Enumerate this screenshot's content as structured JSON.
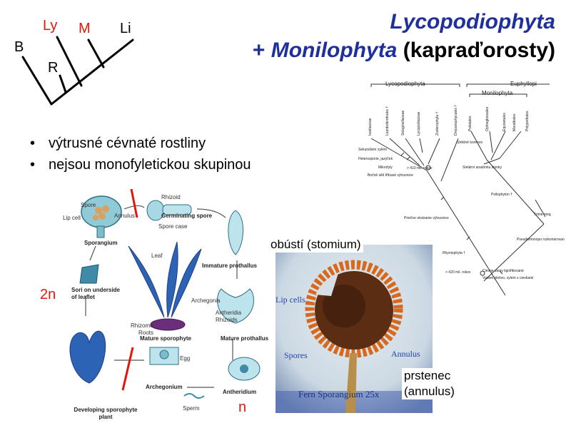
{
  "title": {
    "line1": "Lycopodiophyta",
    "line2_prefix": "+ ",
    "line2_italic": "Monilophyta",
    "line2_suffix": " (kapraďorosty)"
  },
  "cladogram": {
    "labels": {
      "b": "B",
      "ly": "Ly",
      "m": "M",
      "li": "Li",
      "r": "R"
    },
    "colors": {
      "black": "#000000",
      "red": "#e4160b"
    }
  },
  "bullets": [
    "výtrusné cévnaté rostliny",
    "nejsou monofyletickou skupinou"
  ],
  "life_cycle": {
    "labels": {
      "spore": "Spore",
      "lip_cell": "Lip cell",
      "annulus": "Annulus",
      "sporangium": "Sporangium",
      "rhizoid": "Rhizoid",
      "germinating_spore": "Germinating spore",
      "spore_case": "Spore case",
      "immature_prothallus": "Immature prothallus",
      "leaf": "Leaf",
      "sori": "Sori on underside of leaflet",
      "archegonia": "Archegonia",
      "antheridia": "Antheridia",
      "rhizoids": "Rhizoids",
      "mature_prothallus": "Mature prothallus",
      "rhizome": "Rhizome",
      "roots": "Roots",
      "mature_sporophyte": "Mature sporophyte",
      "egg": "Egg",
      "archegonium": "Archegonium",
      "antheridium": "Antheridium",
      "sperm": "Sperm",
      "developing_sporophyte": "Developing sporophyte plant"
    },
    "generations": {
      "diploid": "2n",
      "haploid": "n"
    }
  },
  "photo": {
    "callouts": {
      "stomium": "obústí (stomium)",
      "annulus_cz_1": "prstenec",
      "annulus_cz_2": "(annulus)"
    },
    "labels": {
      "lip_cells": "Lip cells",
      "spores": "Spores",
      "annulus": "Annulus",
      "caption": "Fern Sporangium 25x"
    }
  },
  "phylogeny": {
    "headers": {
      "lycopodiophyta": "Lycopodiophyta",
      "euphyllophyta": "Euphyllopi",
      "monilophyta": "Monilophyta"
    },
    "taxa": [
      "Isoëtaceae",
      "Lepidodendrales †",
      "Selaginellaceae",
      "Lycopodiaceae",
      "Zosterophyta †",
      "Drepanophycales †",
      "Psilotales",
      "Ophioglossales",
      "Equisetales",
      "Marattiales",
      "Polypodiales"
    ],
    "notes": {
      "secondary": "Sekundární xylém",
      "heterospory": "Heterosporie, jazýček",
      "microphylls": "Mikrofyly",
      "age450": "> 410 mil. rokov",
      "lateral_sporangia": "Bočně sitě tříbavé výtrusnice",
      "stele": "Stelární anatómia stonky",
      "strictly": "Striktně korenov",
      "psilophyton": "Psilophyton †",
      "transverse": "Priečne otváranie výtrusnice",
      "meg": "Trime meg",
      "pseudomonopodial": "Pseudomonopo rozkonárovan",
      "rhyniophyta": "Rhyniophyta †",
      "age420": "> 420 mil. rokov",
      "cell_walls": "Cievne steny lignifikované",
      "vascular": "Vodivé pletivo, xylem s cievkami"
    }
  }
}
